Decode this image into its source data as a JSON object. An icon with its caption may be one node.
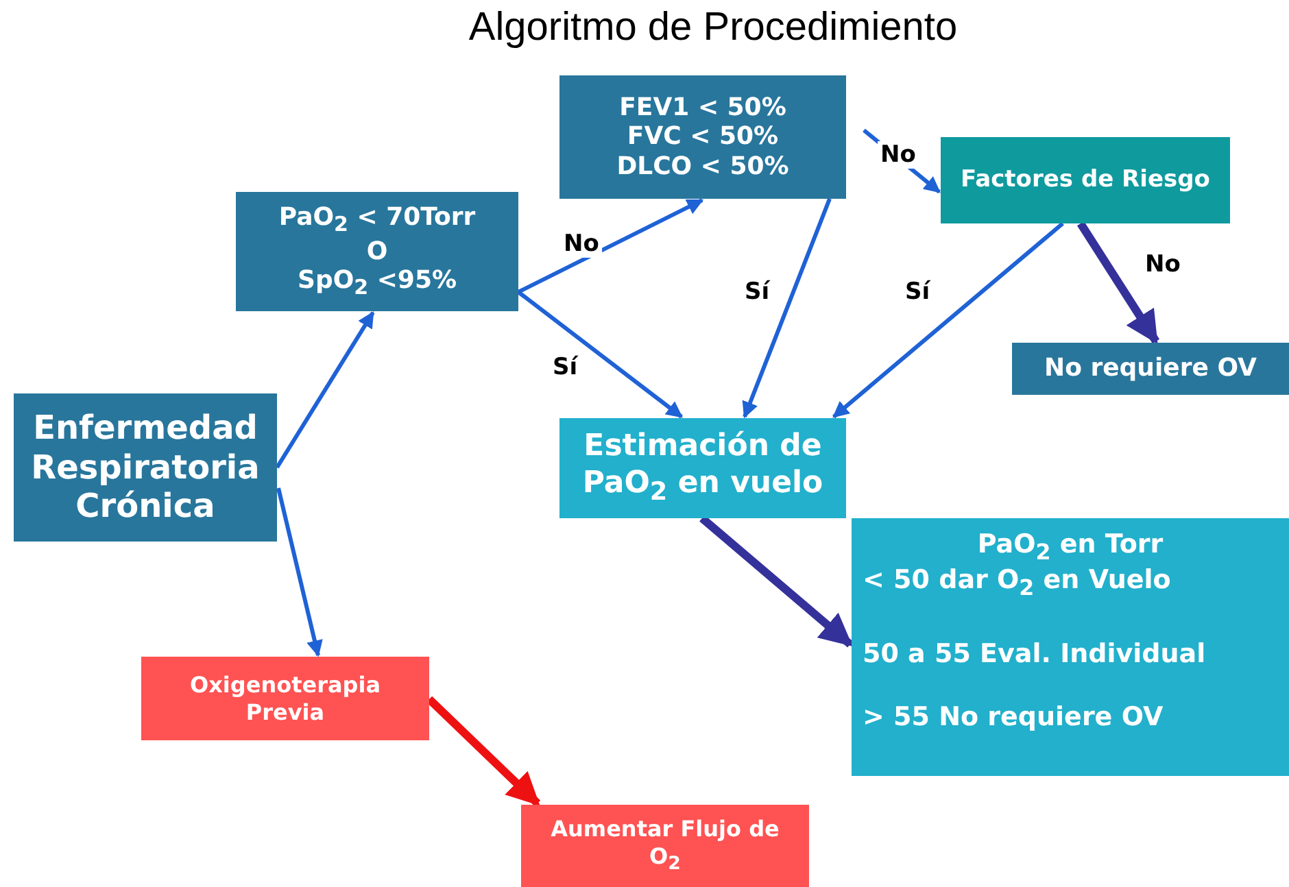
{
  "diagram": {
    "title": "Algoritmo de Procedimiento",
    "nodes": [
      {
        "text": [
          "Enfermedad Respiratoria Crónica"
        ]
      },
      {
        "text": [
          "PaO$_{2}$ < 70Torr",
          "O",
          "SpO$_{2}$ <95%"
        ]
      },
      {
        "text": [
          "FEV1 < 50%",
          "FVC < 50%",
          "DLCO < 50%"
        ]
      },
      {
        "text": [
          "Factores de Riesgo"
        ]
      },
      {
        "text": [
          "No requiere OV"
        ]
      },
      {
        "text": [
          "Estimación de PaO$_{2}$ en vuelo"
        ]
      },
      {
        "text": [
          "PaO$_{2}$ en Torr",
          "< 50 dar O$_{2}$ en Vuelo",
          "50 a 55 Eval. Individual",
          "> 55 No requiere OV"
        ]
      },
      {
        "text": [
          "Oxigenoterapia Previa"
        ]
      },
      {
        "text": [
          "Aumentar Flujo de O$_{2}$"
        ]
      }
    ],
    "edges": [
      {
        "from": 0,
        "to": 1,
        "arrow": "to"
      },
      {
        "from": 0,
        "to": 7,
        "arrow": "to"
      },
      {
        "from": 1,
        "to": 2,
        "arrow": "to",
        "label": "No"
      },
      {
        "from": 1,
        "to": 5,
        "arrow": "to",
        "label": "Sí"
      },
      {
        "from": 2,
        "to": 3,
        "arrow": "to",
        "label": "No"
      },
      {
        "from": 2,
        "to": 5,
        "arrow": "to",
        "label": "Sí"
      },
      {
        "from": 3,
        "to": 5,
        "arrow": "to",
        "label": "Sí"
      },
      {
        "from": 3,
        "to": 4,
        "arrow": "to",
        "label": "No",
        "style": "thick",
        "color": "#35319a"
      },
      {
        "from": 5,
        "to": 6,
        "arrow": "to",
        "style": "thick",
        "color": "#35319a"
      },
      {
        "from": 7,
        "to": 8,
        "arrow": "to",
        "style": "thick",
        "color": "#ee1111"
      }
    ]
  }
}
